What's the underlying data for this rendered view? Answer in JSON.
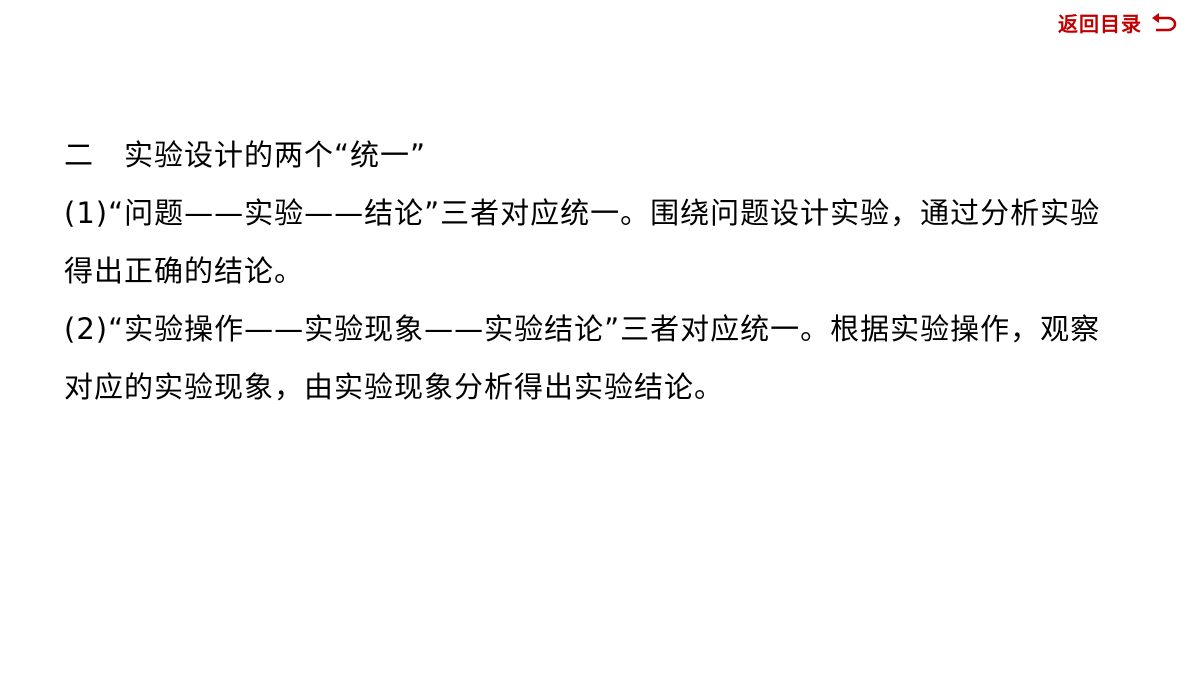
{
  "nav": {
    "back_label": "返回目录",
    "back_icon": "return-arrow-icon",
    "accent_color": "#c00000"
  },
  "section": {
    "heading": "二　实验设计的两个“统一”",
    "items": [
      "(1)“问题——实验——结论”三者对应统一。围绕问题设计实验，通过分析实验得出正确的结论。",
      "(2)“实验操作——实验现象——实验结论”三者对应统一。根据实验操作，观察对应的实验现象，由实验现象分析得出实验结论。"
    ]
  }
}
